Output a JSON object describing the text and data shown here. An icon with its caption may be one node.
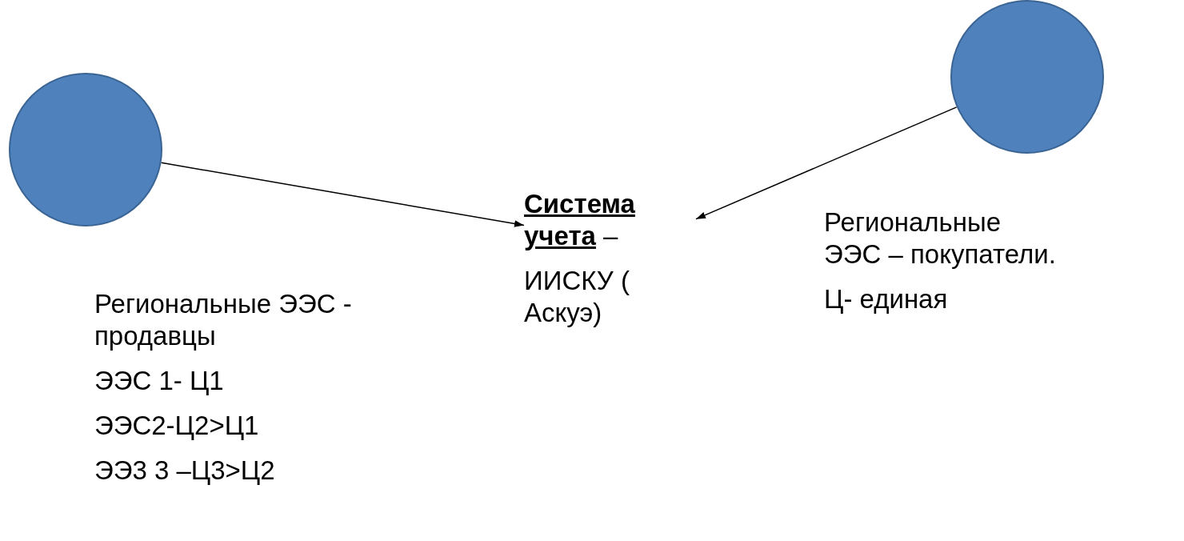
{
  "diagram": {
    "nodes": [
      {
        "text": [],
        "shape": "circle",
        "beside": [
          "Региональные ЭЭС - продавцы",
          "ЭЭС 1- Ц1",
          "ЭЭС2-Ц2>Ц1",
          "ЭЭ3 3 –Ц3>Ц2"
        ]
      },
      {
        "text": [],
        "shape": "circle",
        "beside": [
          "Региональные ЭЭС – покупатели.",
          "Ц- единая"
        ]
      },
      {
        "text": [
          "**Система учета** –",
          "ИИСКУ ( Аскуэ)"
        ]
      }
    ],
    "edges": [
      {
        "from": 0,
        "to": 2,
        "arrow": "to"
      },
      {
        "from": 1,
        "to": 2,
        "arrow": "to"
      }
    ]
  }
}
